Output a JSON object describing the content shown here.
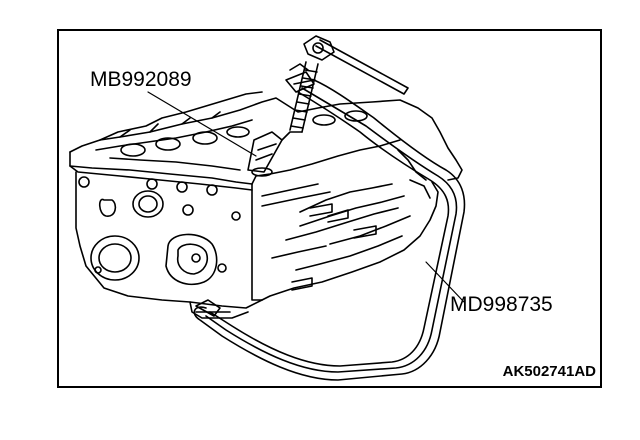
{
  "labels": {
    "tool_a": "MB992089",
    "tool_b": "MD998735"
  },
  "figure_id": "AK502741AD",
  "colors": {
    "line": "#000000",
    "background": "#ffffff"
  }
}
